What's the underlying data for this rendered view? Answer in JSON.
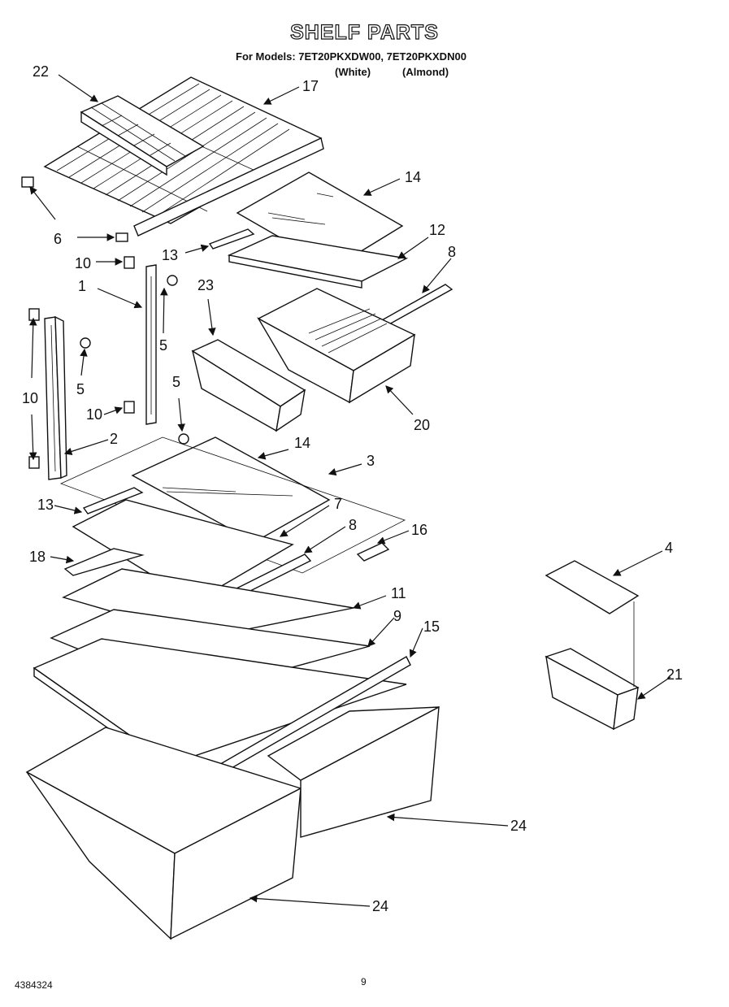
{
  "title": "SHELF PARTS",
  "models_line": "For Models: 7ET20PKXDW00, 7ET20PKXDN00",
  "finish_white": "(White)",
  "finish_almond": "(Almond)",
  "callouts": {
    "c22": "22",
    "c17": "17",
    "c14a": "14",
    "c6": "6",
    "c13a": "13",
    "c12": "12",
    "c8a": "8",
    "c10a": "10",
    "c1": "1",
    "c23": "23",
    "c5a": "5",
    "c10b": "10",
    "c5b": "5",
    "c5c": "5",
    "c10c": "10",
    "c2": "2",
    "c20": "20",
    "c14b": "14",
    "c3": "3",
    "c13b": "13",
    "c7": "7",
    "c8b": "8",
    "c16": "16",
    "c18": "18",
    "c4": "4",
    "c11": "11",
    "c9": "9",
    "c15": "15",
    "c21": "21",
    "c24a": "24",
    "c24b": "24"
  },
  "footer_code": "4384324",
  "page_number": "9"
}
